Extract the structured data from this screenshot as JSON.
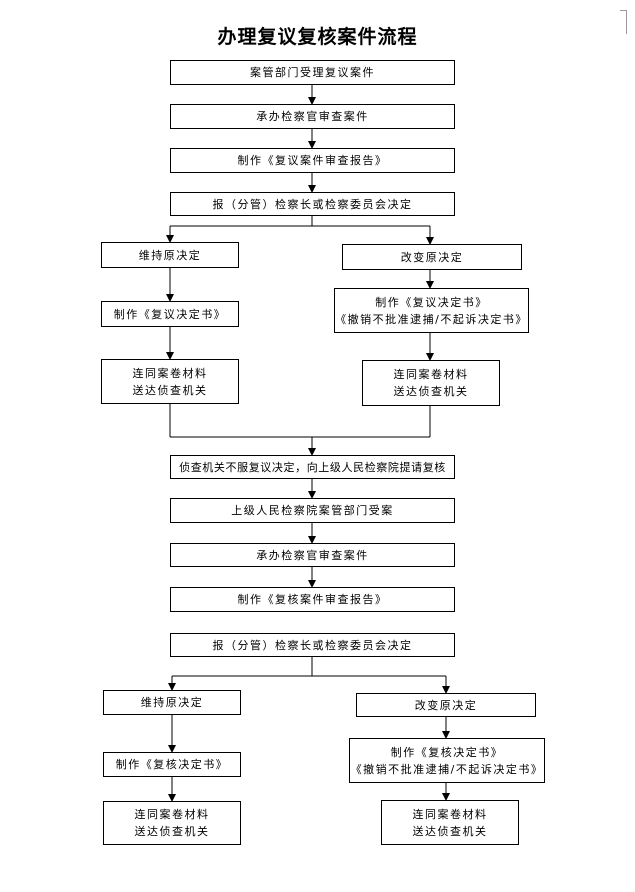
{
  "title": "办理复议复核案件流程",
  "part1": {
    "n1": "案管部门受理复议案件",
    "n2": "承办检察官审查案件",
    "n3": "制作《复议案件审查报告》",
    "n4": "报（分管）检察长或检察委员会决定",
    "left": {
      "keep": "维持原决定",
      "doc": "制作《复议决定书》",
      "send": [
        "连同案卷材料",
        "送达侦查机关"
      ]
    },
    "right": {
      "change": "改变原决定",
      "doc": [
        "制作《复议决定书》",
        "《撤销不批准逮捕/不起诉决定书》"
      ],
      "send": [
        "连同案卷材料",
        "送达侦查机关"
      ]
    }
  },
  "part2": {
    "n1": "侦查机关不服复议决定，向上级人民检察院提请复核",
    "n2": "上级人民检察院案管部门受案",
    "n3": "承办检察官审查案件",
    "n4": "制作《复核案件审查报告》",
    "n5": "报（分管）检察长或检察委员会决定",
    "left": {
      "keep": "维持原决定",
      "doc": "制作《复核决定书》",
      "send": [
        "连同案卷材料",
        "送达侦查机关"
      ]
    },
    "right": {
      "change": "改变原决定",
      "doc": [
        "制作《复核决定书》",
        "《撤销不批准逮捕/不起诉决定书》"
      ],
      "send": [
        "连同案卷材料",
        "送达侦查机关"
      ]
    }
  }
}
